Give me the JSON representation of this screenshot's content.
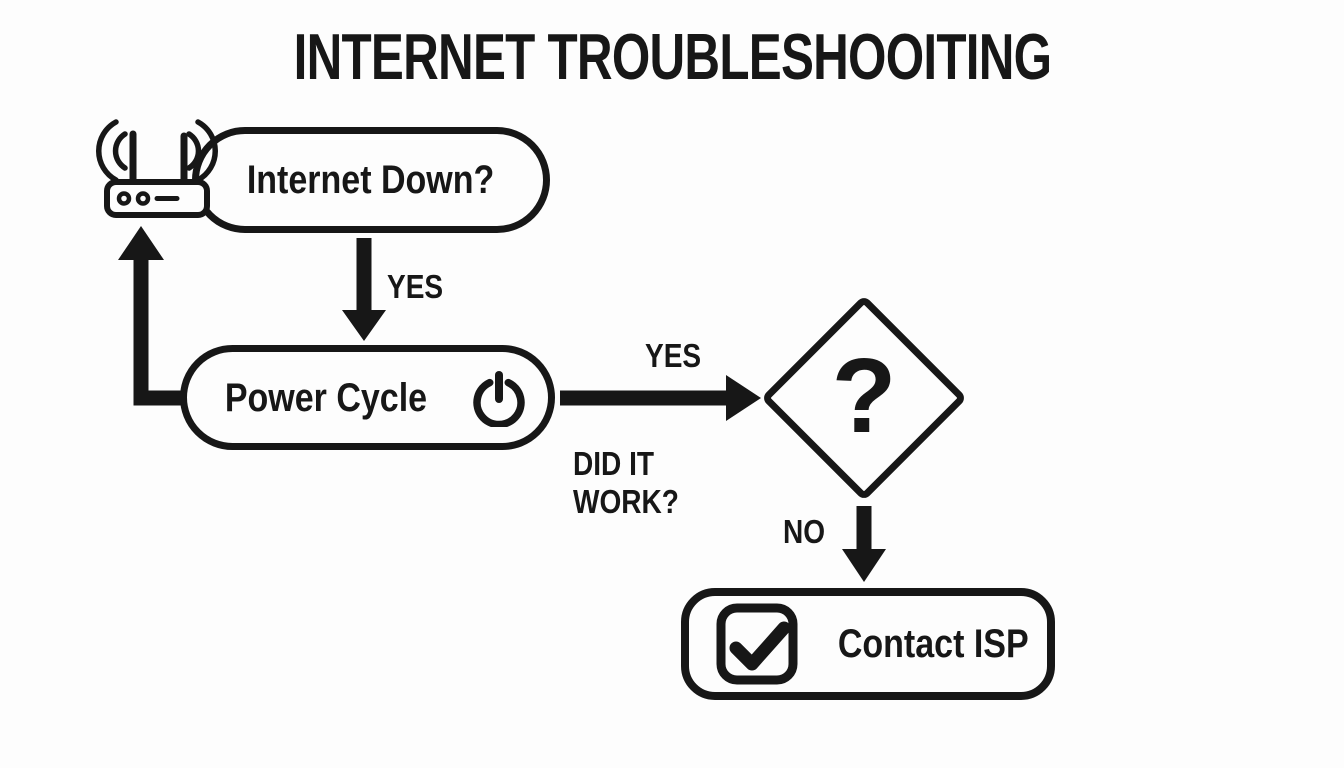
{
  "colors": {
    "ink": "#171717",
    "background": "#fdfdfd"
  },
  "title": "INTERNET TROUBLESHOOITING",
  "nodes": {
    "internet_down": {
      "label": "Internet Down?",
      "icon": "router-icon"
    },
    "power_cycle": {
      "label": "Power Cycle",
      "icon": "power-icon"
    },
    "decision": {
      "label": "?"
    },
    "contact_isp": {
      "label": "Contact ISP",
      "icon": "checkbox-check-icon"
    }
  },
  "edges": [
    {
      "from": "internet_down",
      "to": "power_cycle",
      "label": "YES"
    },
    {
      "from": "power_cycle",
      "to": "decision",
      "label": "YES",
      "sublabel_line1": "DID IT",
      "sublabel_line2": "WORK?"
    },
    {
      "from": "decision",
      "to": "contact_isp",
      "label": "NO"
    },
    {
      "from": "power_cycle",
      "to": "internet_down",
      "label": ""
    }
  ]
}
